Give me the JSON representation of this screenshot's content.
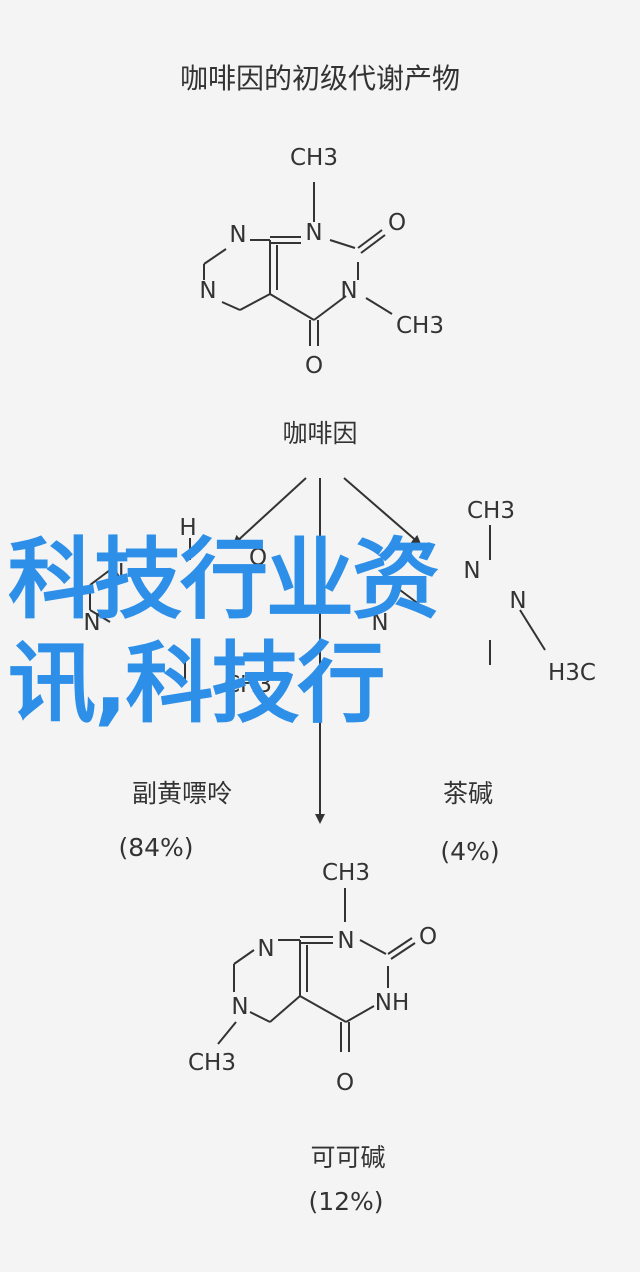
{
  "title": "咖啡因的初级代谢产物",
  "molecules": {
    "caffeine": {
      "name": "咖啡因",
      "atoms": {
        "top_methyl": "CH3",
        "n_top_right": "N",
        "o_right": "O",
        "n_left_top": "N",
        "n_left_bottom": "N",
        "n_bottom": "N",
        "methyl_right": "CH3",
        "o_bottom": "O"
      }
    },
    "paraxanthine": {
      "name": "副黄嘌呤",
      "percent": "(84%)",
      "atoms": {
        "h": "H",
        "n1": "N",
        "o1": "O",
        "n2": "N",
        "ch3": "CH3"
      }
    },
    "theophylline": {
      "name": "茶碱",
      "percent": "(4%)",
      "atoms": {
        "ch3_top": "CH3",
        "n1": "N",
        "n2": "N",
        "n3": "N",
        "h3c": "H3C"
      }
    },
    "theobromine": {
      "name": "可可碱",
      "percent": "(12%)",
      "atoms": {
        "top_methyl": "CH3",
        "n_top_right": "N",
        "o_right": "O",
        "n_left_top": "N",
        "n_left_bottom": "N",
        "nh": "NH",
        "methyl_bottom": "CH3",
        "o_bottom": "O"
      }
    }
  },
  "overlay": {
    "line1": "科技行业资",
    "line2": "讯,科技行"
  },
  "colors": {
    "overlay": "#2d8fe8",
    "background": "#f4f4f4",
    "ink": "#333333"
  }
}
